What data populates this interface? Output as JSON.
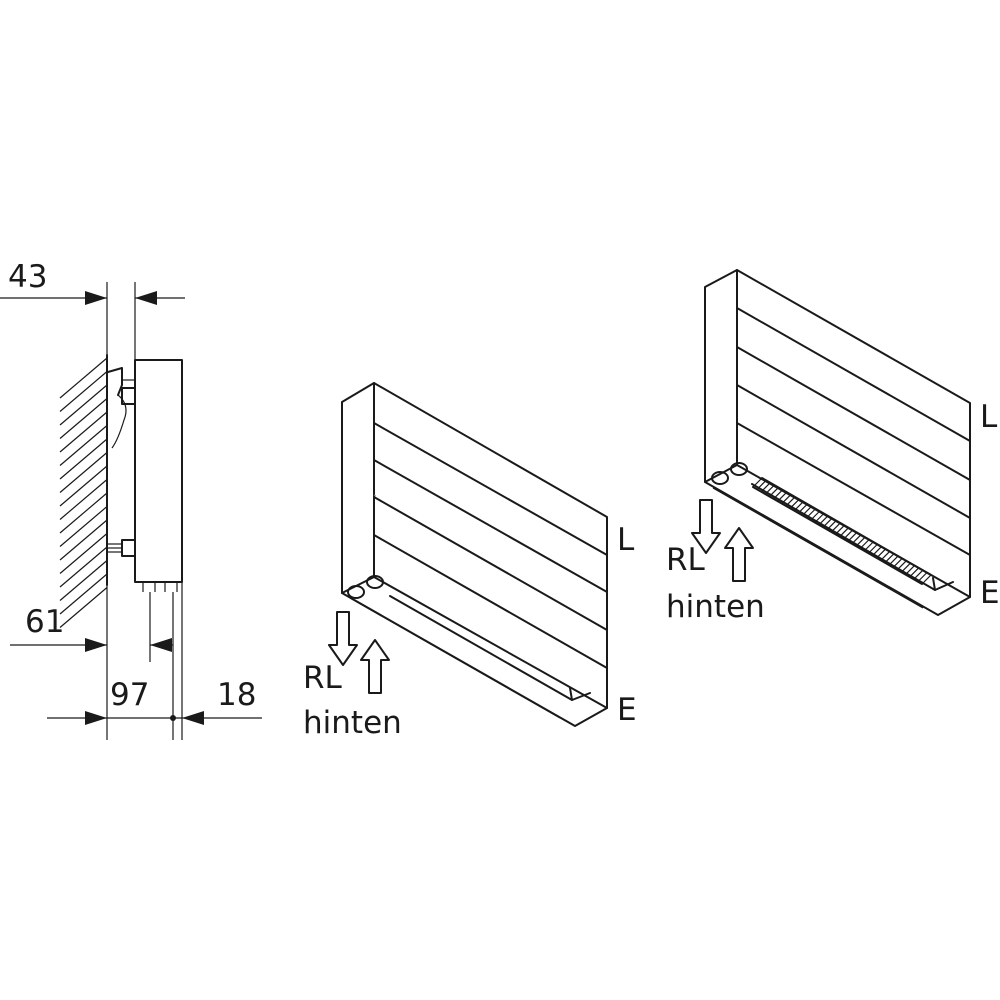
{
  "dimensions": {
    "top_left": "43",
    "mid_left": "61",
    "bottom_left": "97",
    "bottom_right": "18"
  },
  "radiator_front": {
    "supply_label": "L",
    "vent_label": "E",
    "return_label": "RL",
    "return_position": "hinten"
  },
  "radiator_grille": {
    "supply_label": "L",
    "vent_label": "E",
    "return_label": "RL",
    "return_position": "hinten"
  }
}
